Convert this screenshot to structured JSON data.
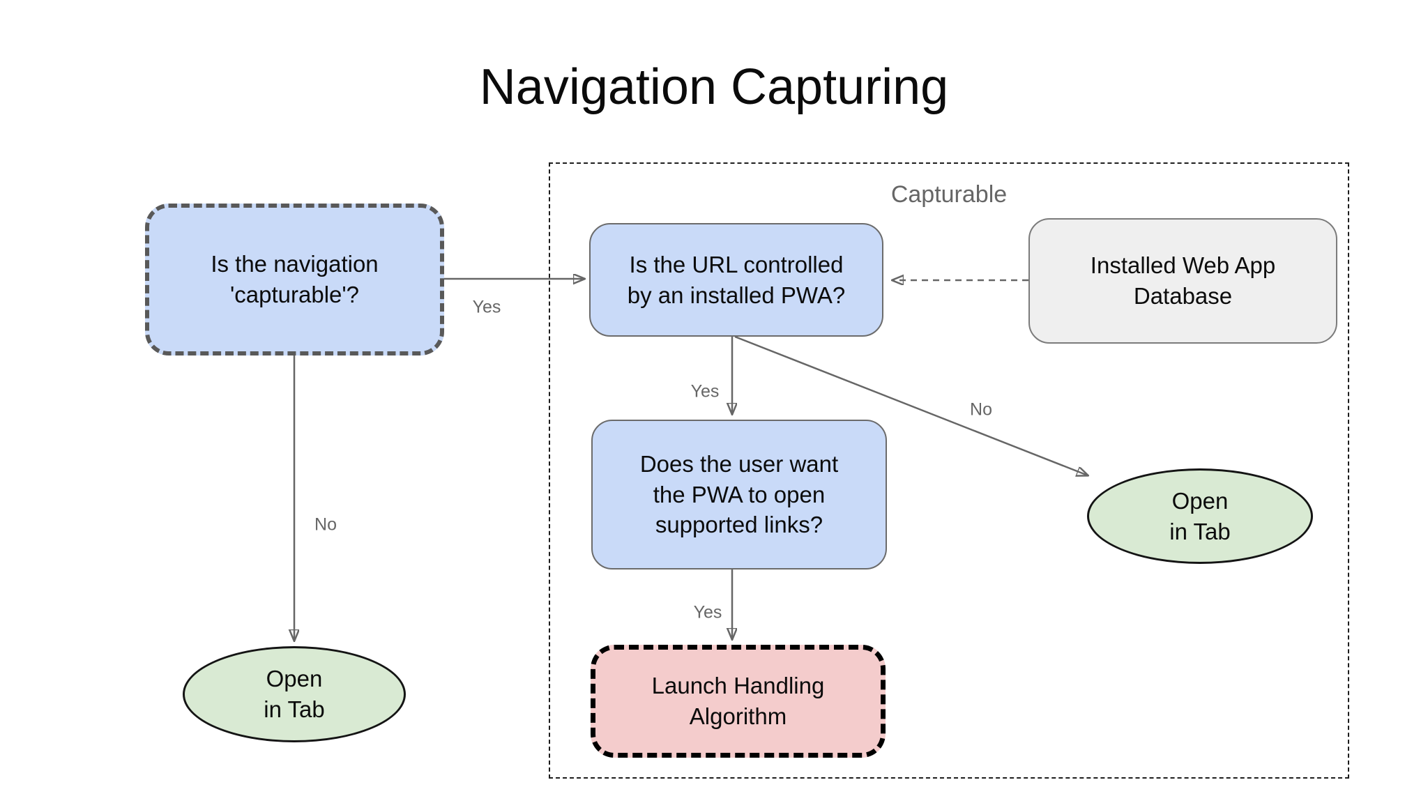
{
  "title": "Navigation Capturing",
  "container": {
    "label": "Capturable"
  },
  "nodes": {
    "capturable_question": {
      "text": "Is the navigation\n'capturable'?"
    },
    "url_controlled": {
      "text": "Is the URL controlled\nby an installed PWA?"
    },
    "installed_db": {
      "text": "Installed Web App\nDatabase"
    },
    "user_want": {
      "text": "Does the user want\nthe PWA to open\nsupported links?"
    },
    "launch_handling": {
      "text": "Launch Handling\nAlgorithm"
    },
    "open_in_tab_left": {
      "text": "Open\nin Tab"
    },
    "open_in_tab_right": {
      "text": "Open\nin Tab"
    }
  },
  "edge_labels": {
    "capturable_yes": "Yes",
    "capturable_no": "No",
    "pwa_yes": "Yes",
    "pwa_no": "No",
    "links_yes": "Yes"
  },
  "colors": {
    "blue": "#c9daf8",
    "green": "#d9ead3",
    "red": "#f4cccc",
    "gray": "#efefef",
    "arrow": "#666666",
    "label": "#666666",
    "ink": "#0b0b0b"
  }
}
